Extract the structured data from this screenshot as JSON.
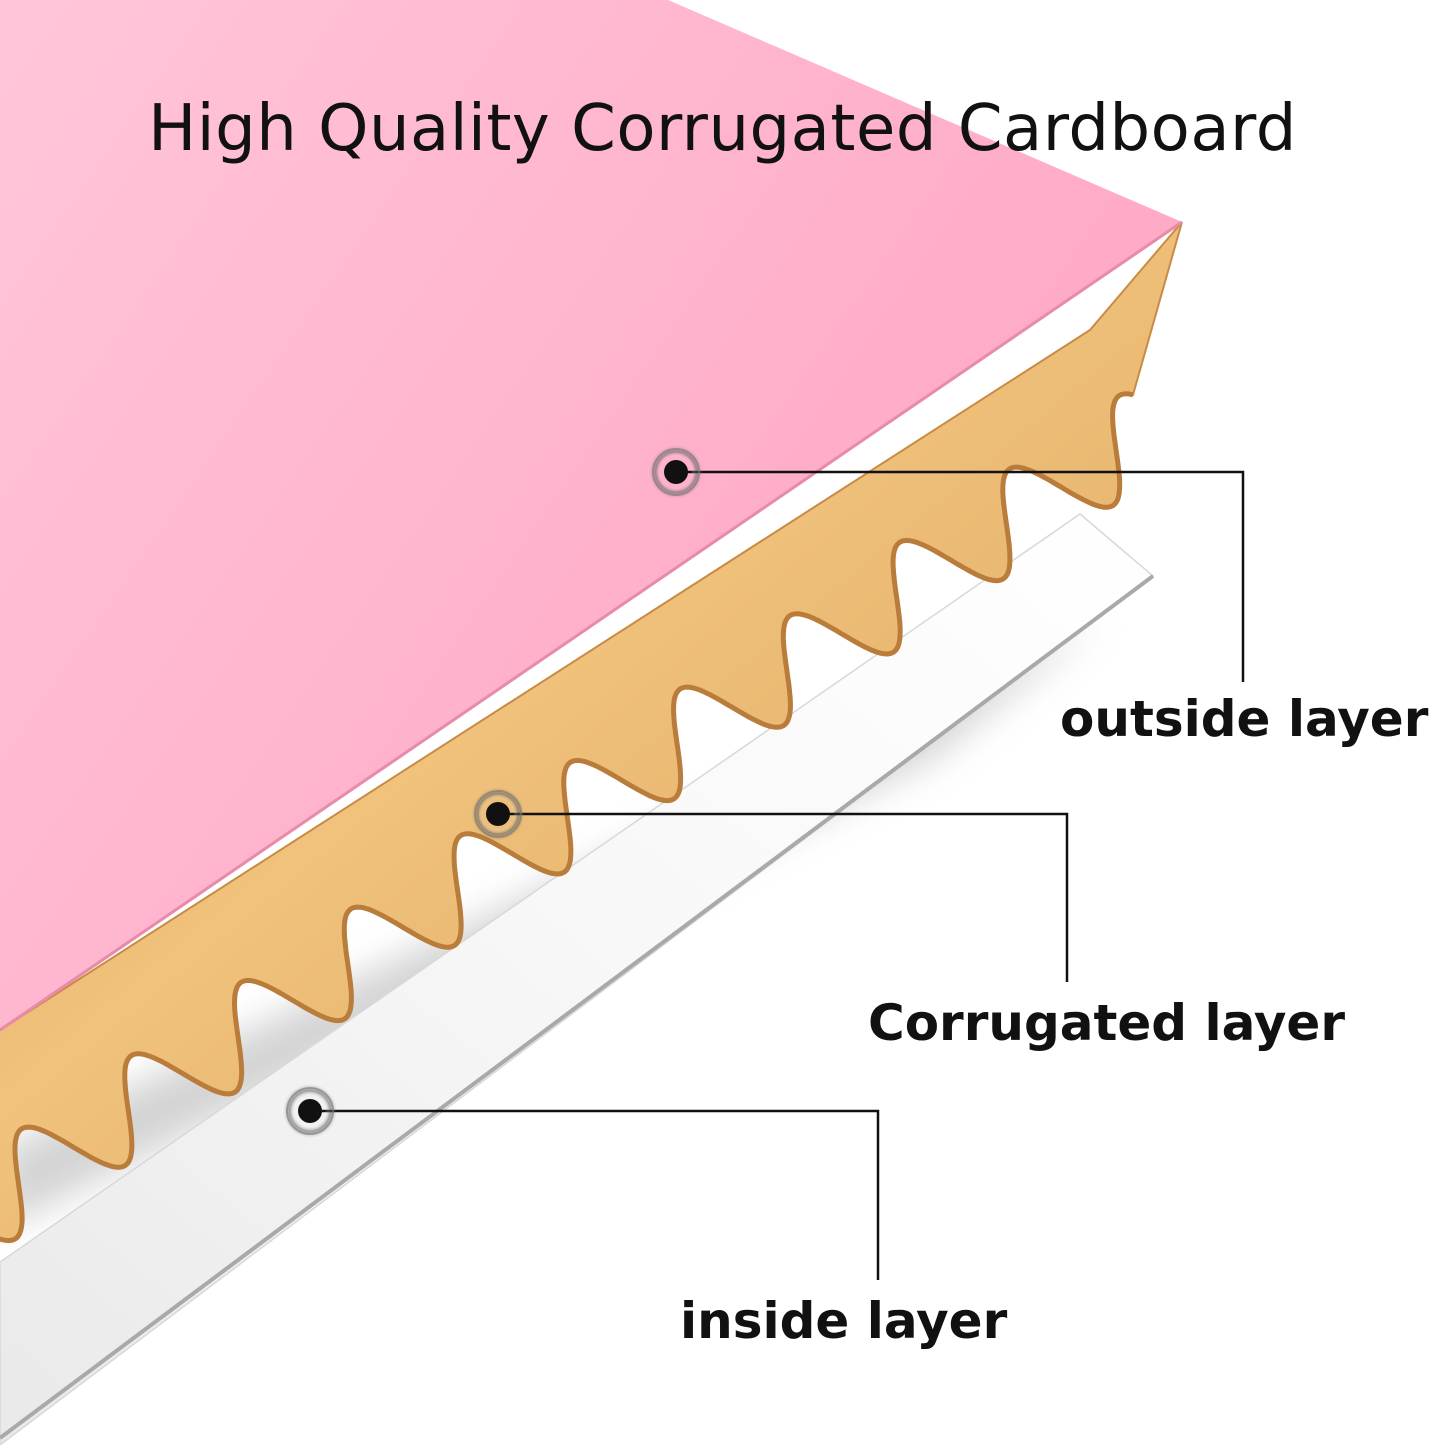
{
  "title": "High Quality Corrugated Cardboard",
  "layers": [
    {
      "key": "outside",
      "label": "outside layer",
      "color": "#ffaac6"
    },
    {
      "key": "corrugated",
      "label": "Corrugated layer",
      "color": "#e0aa5e"
    },
    {
      "key": "inside",
      "label": "inside layer",
      "color": "#f3f3f3"
    }
  ],
  "marker_color": "#111111"
}
